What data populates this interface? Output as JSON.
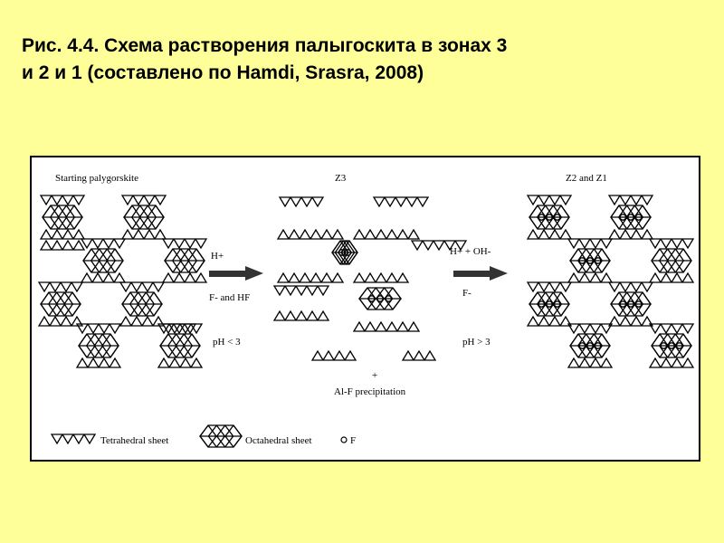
{
  "title": {
    "line1": "Рис. 4.4. Схема растворения палыгоскита в зонах 3",
    "line2": "и 2 и 1 (составлено по Hamdi, Srasra, 2008)"
  },
  "diagram": {
    "starting_label": "Starting palygorskite",
    "z3_label": "Z3",
    "z2z1_label": "Z2 and Z1",
    "step1": {
      "reagent": "H+",
      "agents": "F- and HF",
      "ph": "pH < 3"
    },
    "step2": {
      "reagent": "H+ + OH-",
      "agents": "F-",
      "ph": "pH > 3"
    },
    "precip_plus": "+",
    "precip_label": "Al-F precipitation",
    "legend": {
      "tetrahedral": "Tetrahedral sheet",
      "octahedral": "Octahedral sheet",
      "fluoride": "F"
    }
  }
}
